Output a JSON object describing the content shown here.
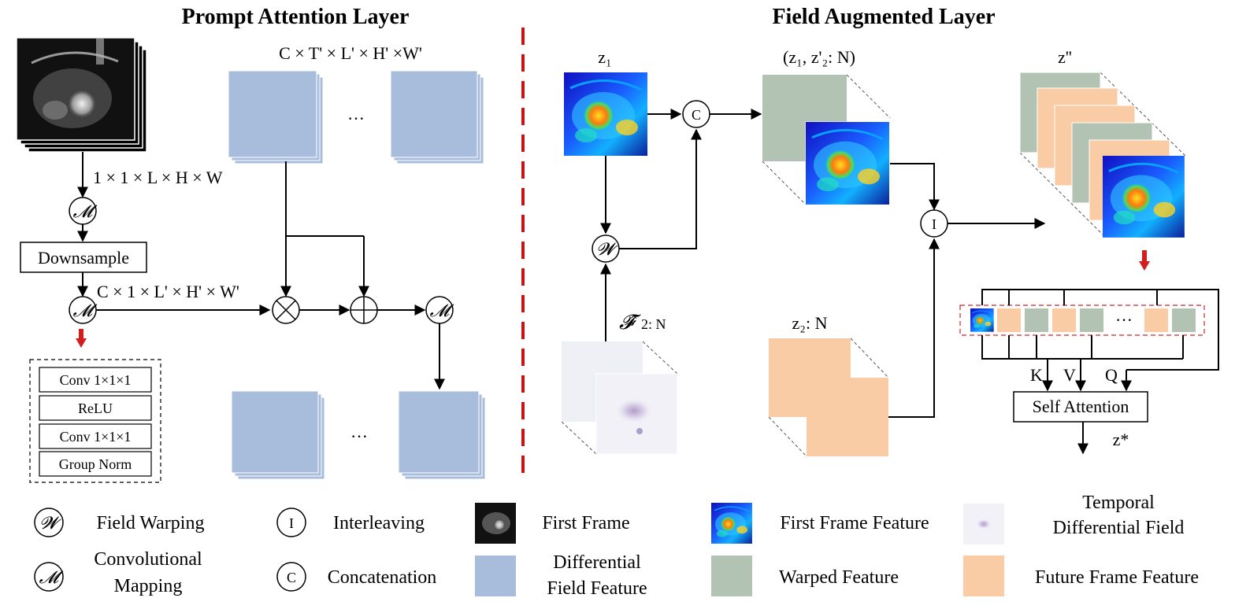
{
  "titles": {
    "left": "Prompt Attention Layer",
    "right": "Field Augmented Layer"
  },
  "colors": {
    "differential": "#a8bcdc",
    "warped": "#b3c3b3",
    "future": "#f9cca6",
    "divider": "#c81414",
    "arrow_down": "#d21e1e"
  },
  "left": {
    "dim_top": "C × T' × L' × H' ×W'",
    "dim_input": "1 × 1 × L × H × W",
    "dim_mid": "C × 1 × L' × H' × W'",
    "downsample": "Downsample",
    "ellipsis_top": "···",
    "ellipsis_bottom": "···",
    "mapping_symbol": "𝓜",
    "times_symbol": "⊗",
    "plus_symbol": "⊕",
    "conv_block": [
      "Conv 1×1×1",
      "ReLU",
      "Conv 1×1×1",
      "Group Norm"
    ]
  },
  "right": {
    "z1_label": "z₁",
    "concat_label": "(z₁, z'₂: N)",
    "z_double_prime": "z''",
    "z_rest": "z₂: N",
    "field_label": "𝓕̂₂: N",
    "warp_symbol": "𝓦",
    "concat_symbol": "C",
    "interleave_symbol": "I",
    "k": "K",
    "v": "V",
    "q": "Q",
    "self_attention": "Self Attention",
    "z_star": "z*",
    "token_ellipsis": "···"
  },
  "legend": {
    "field_warping": "Field Warping",
    "interleaving": "Interleaving",
    "first_frame": "First Frame",
    "first_frame_feature": "First Frame Feature",
    "temporal_line1": "Temporal",
    "temporal_line2": "Differential Field",
    "conv_mapping_line1": "Convolutional",
    "conv_mapping_line2": "Mapping",
    "concatenation": "Concatenation",
    "differential_line1": "Differential",
    "differential_line2": "Field  Feature",
    "warped_feature": "Warped Feature",
    "future_frame_feature": "Future Frame Feature"
  }
}
